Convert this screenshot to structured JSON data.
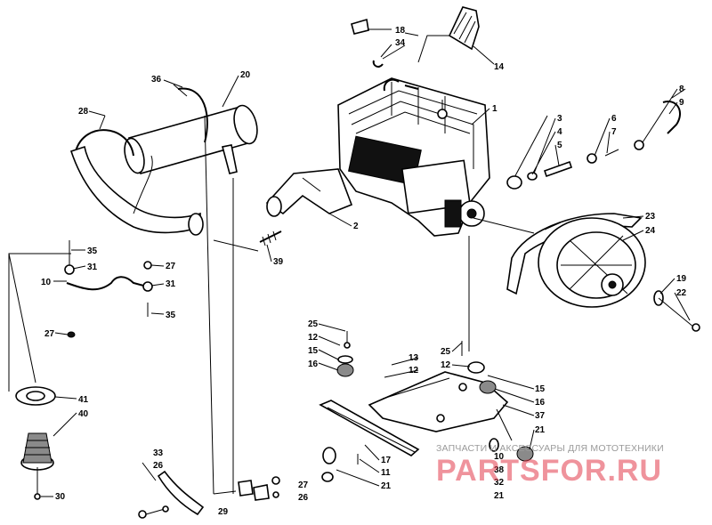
{
  "watermark": {
    "line1": "ЗАПЧАСТИ И АКСЕССУАРЫ ДЛЯ МОТОТЕХНИКИ",
    "line2": "PARTSFOR.RU",
    "color": "#e23a4a"
  },
  "callouts": {
    "c1": "1",
    "c2": "2",
    "c3": "3",
    "c4": "4",
    "c5": "5",
    "c6": "6",
    "c7": "7",
    "c8": "8",
    "c9": "9",
    "c10": "10",
    "c11": "11",
    "c12a": "12",
    "c12b": "12",
    "c12c": "12",
    "c13": "13",
    "c14": "14",
    "c15a": "15",
    "c15b": "15",
    "c16a": "16",
    "c16b": "16",
    "c17": "17",
    "c18": "18",
    "c19": "19",
    "c20": "20",
    "c21a": "21",
    "c21b": "21",
    "c21c": "21",
    "c22": "22",
    "c23": "23",
    "c24": "24",
    "c25a": "25",
    "c25b": "25",
    "c26a": "26",
    "c26b": "26",
    "c27a": "27",
    "c27b": "27",
    "c27c": "27",
    "c28": "28",
    "c29": "29",
    "c30": "30",
    "c31a": "31",
    "c31b": "31",
    "c32": "32",
    "c33": "33",
    "c34": "34",
    "c35a": "35",
    "c35b": "35",
    "c36": "36",
    "c37": "37",
    "c38": "38",
    "c39": "39",
    "c40": "40",
    "c41": "41"
  }
}
